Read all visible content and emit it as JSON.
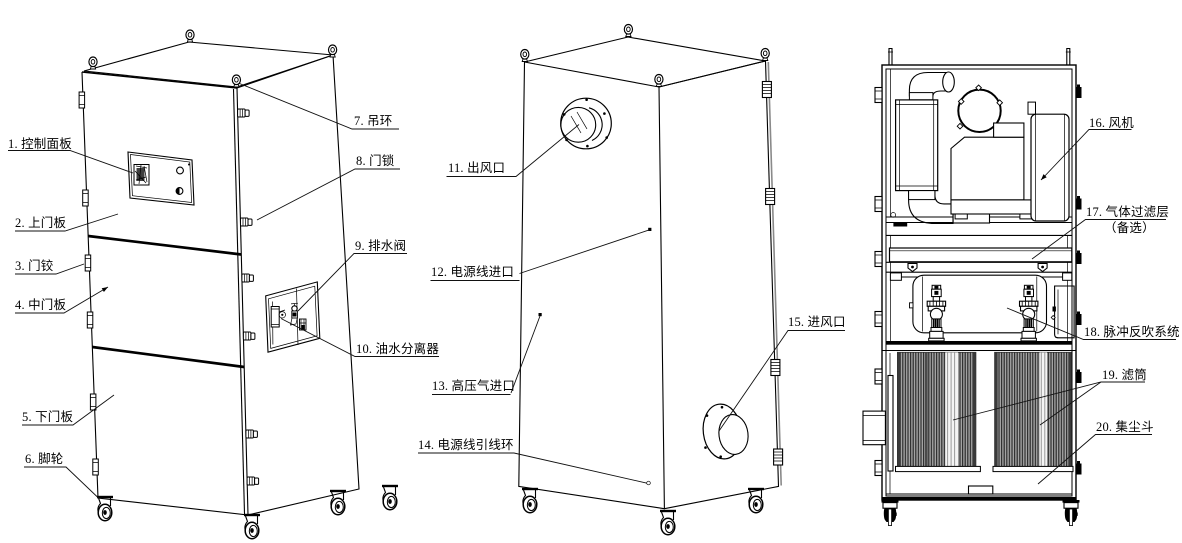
{
  "drawing": {
    "type": "engineering-diagram",
    "colors": {
      "ink": "#000000",
      "paper": "#ffffff",
      "hatch": "#a3a3a3"
    },
    "labels": [
      {
        "id": "1",
        "text": "1. 控制面板"
      },
      {
        "id": "2",
        "text": "2. 上门板"
      },
      {
        "id": "3",
        "text": "3. 门铰"
      },
      {
        "id": "4",
        "text": "4. 中门板"
      },
      {
        "id": "5",
        "text": "5. 下门板"
      },
      {
        "id": "6",
        "text": "6. 脚轮"
      },
      {
        "id": "7",
        "text": "7. 吊环"
      },
      {
        "id": "8",
        "text": "8. 门锁"
      },
      {
        "id": "9",
        "text": "9. 排水阀"
      },
      {
        "id": "10",
        "text": "10. 油水分离器"
      },
      {
        "id": "11",
        "text": "11. 出风口"
      },
      {
        "id": "12",
        "text": "12. 电源线进口"
      },
      {
        "id": "13",
        "text": "13. 高压气进口"
      },
      {
        "id": "14",
        "text": "14. 电源线引线环"
      },
      {
        "id": "15",
        "text": "15. 进风口"
      },
      {
        "id": "16",
        "text": "16. 风机"
      },
      {
        "id": "17",
        "text": "17. 气体过滤层",
        "note": "（备选）"
      },
      {
        "id": "18",
        "text": "18. 脉冲反吹系统"
      },
      {
        "id": "19",
        "text": "19. 滤筒"
      },
      {
        "id": "20",
        "text": "20. 集尘斗"
      }
    ]
  }
}
